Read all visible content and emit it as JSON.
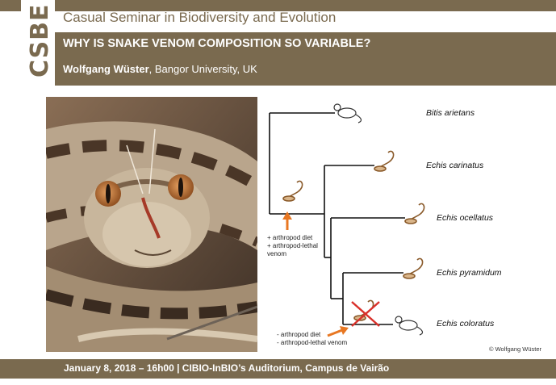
{
  "header": {
    "logo_text": "CSBE",
    "series_title": "Casual Seminar in Biodiversity and Evolution"
  },
  "talk": {
    "title": "WHY IS SNAKE VENOM COMPOSITION SO VARIABLE?",
    "speaker_name": "Wolfgang Wüster",
    "speaker_affiliation": ", Bangor University, UK"
  },
  "figure": {
    "species": [
      "Bitis arietans",
      "Echis carinatus",
      "Echis ocellatus",
      "Echis pyramidum",
      "Echis coloratus"
    ],
    "note_gain": [
      "+ arthropod diet",
      "+ arthropod-lethal",
      "venom"
    ],
    "note_loss": [
      "- arthropod diet",
      "- arthropod-lethal venom"
    ],
    "arrow_color": "#e87722",
    "credit": "© Wolfgang Wüster"
  },
  "footer": {
    "text": "January 8, 2018 – 16h00 | CIBIO-InBIO’s Auditorium,  Campus de Vairão"
  },
  "colors": {
    "brand": "#7a6a4f",
    "background": "#ffffff"
  }
}
